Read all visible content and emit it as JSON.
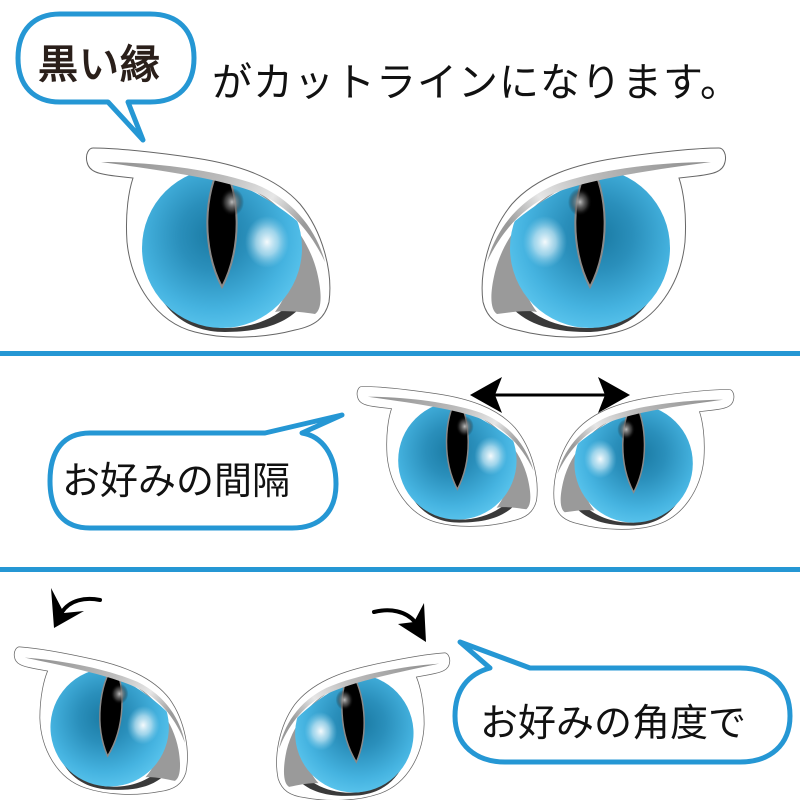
{
  "callouts": {
    "cut_line": {
      "label": "黒い縁",
      "continuation": "がカットラインになります。"
    },
    "spacing": {
      "label": "お好みの間隔"
    },
    "angle": {
      "label": "お好みの角度で"
    }
  },
  "sections": [
    {
      "id": "cut-line-explanation",
      "description": "Eye stickers with outline as cut line"
    },
    {
      "id": "adjustable-spacing",
      "description": "Eyes spaced at preferred distance"
    },
    {
      "id": "adjustable-angle",
      "description": "Eyes rotated at preferred angle"
    }
  ],
  "colors": {
    "accent_blue": "#2597d4",
    "iris_light": "#5cc6ee",
    "iris_dark": "#1a7aa3",
    "pupil": "#000000",
    "eyelid_grey": "#9a9a9a",
    "shadow_dark": "#3a3a3a",
    "text": "#111111"
  },
  "icons": {
    "double_arrow": "double-arrow-icon",
    "rotate_ccw": "curved-arrow-ccw-icon",
    "rotate_cw": "curved-arrow-cw-icon"
  }
}
